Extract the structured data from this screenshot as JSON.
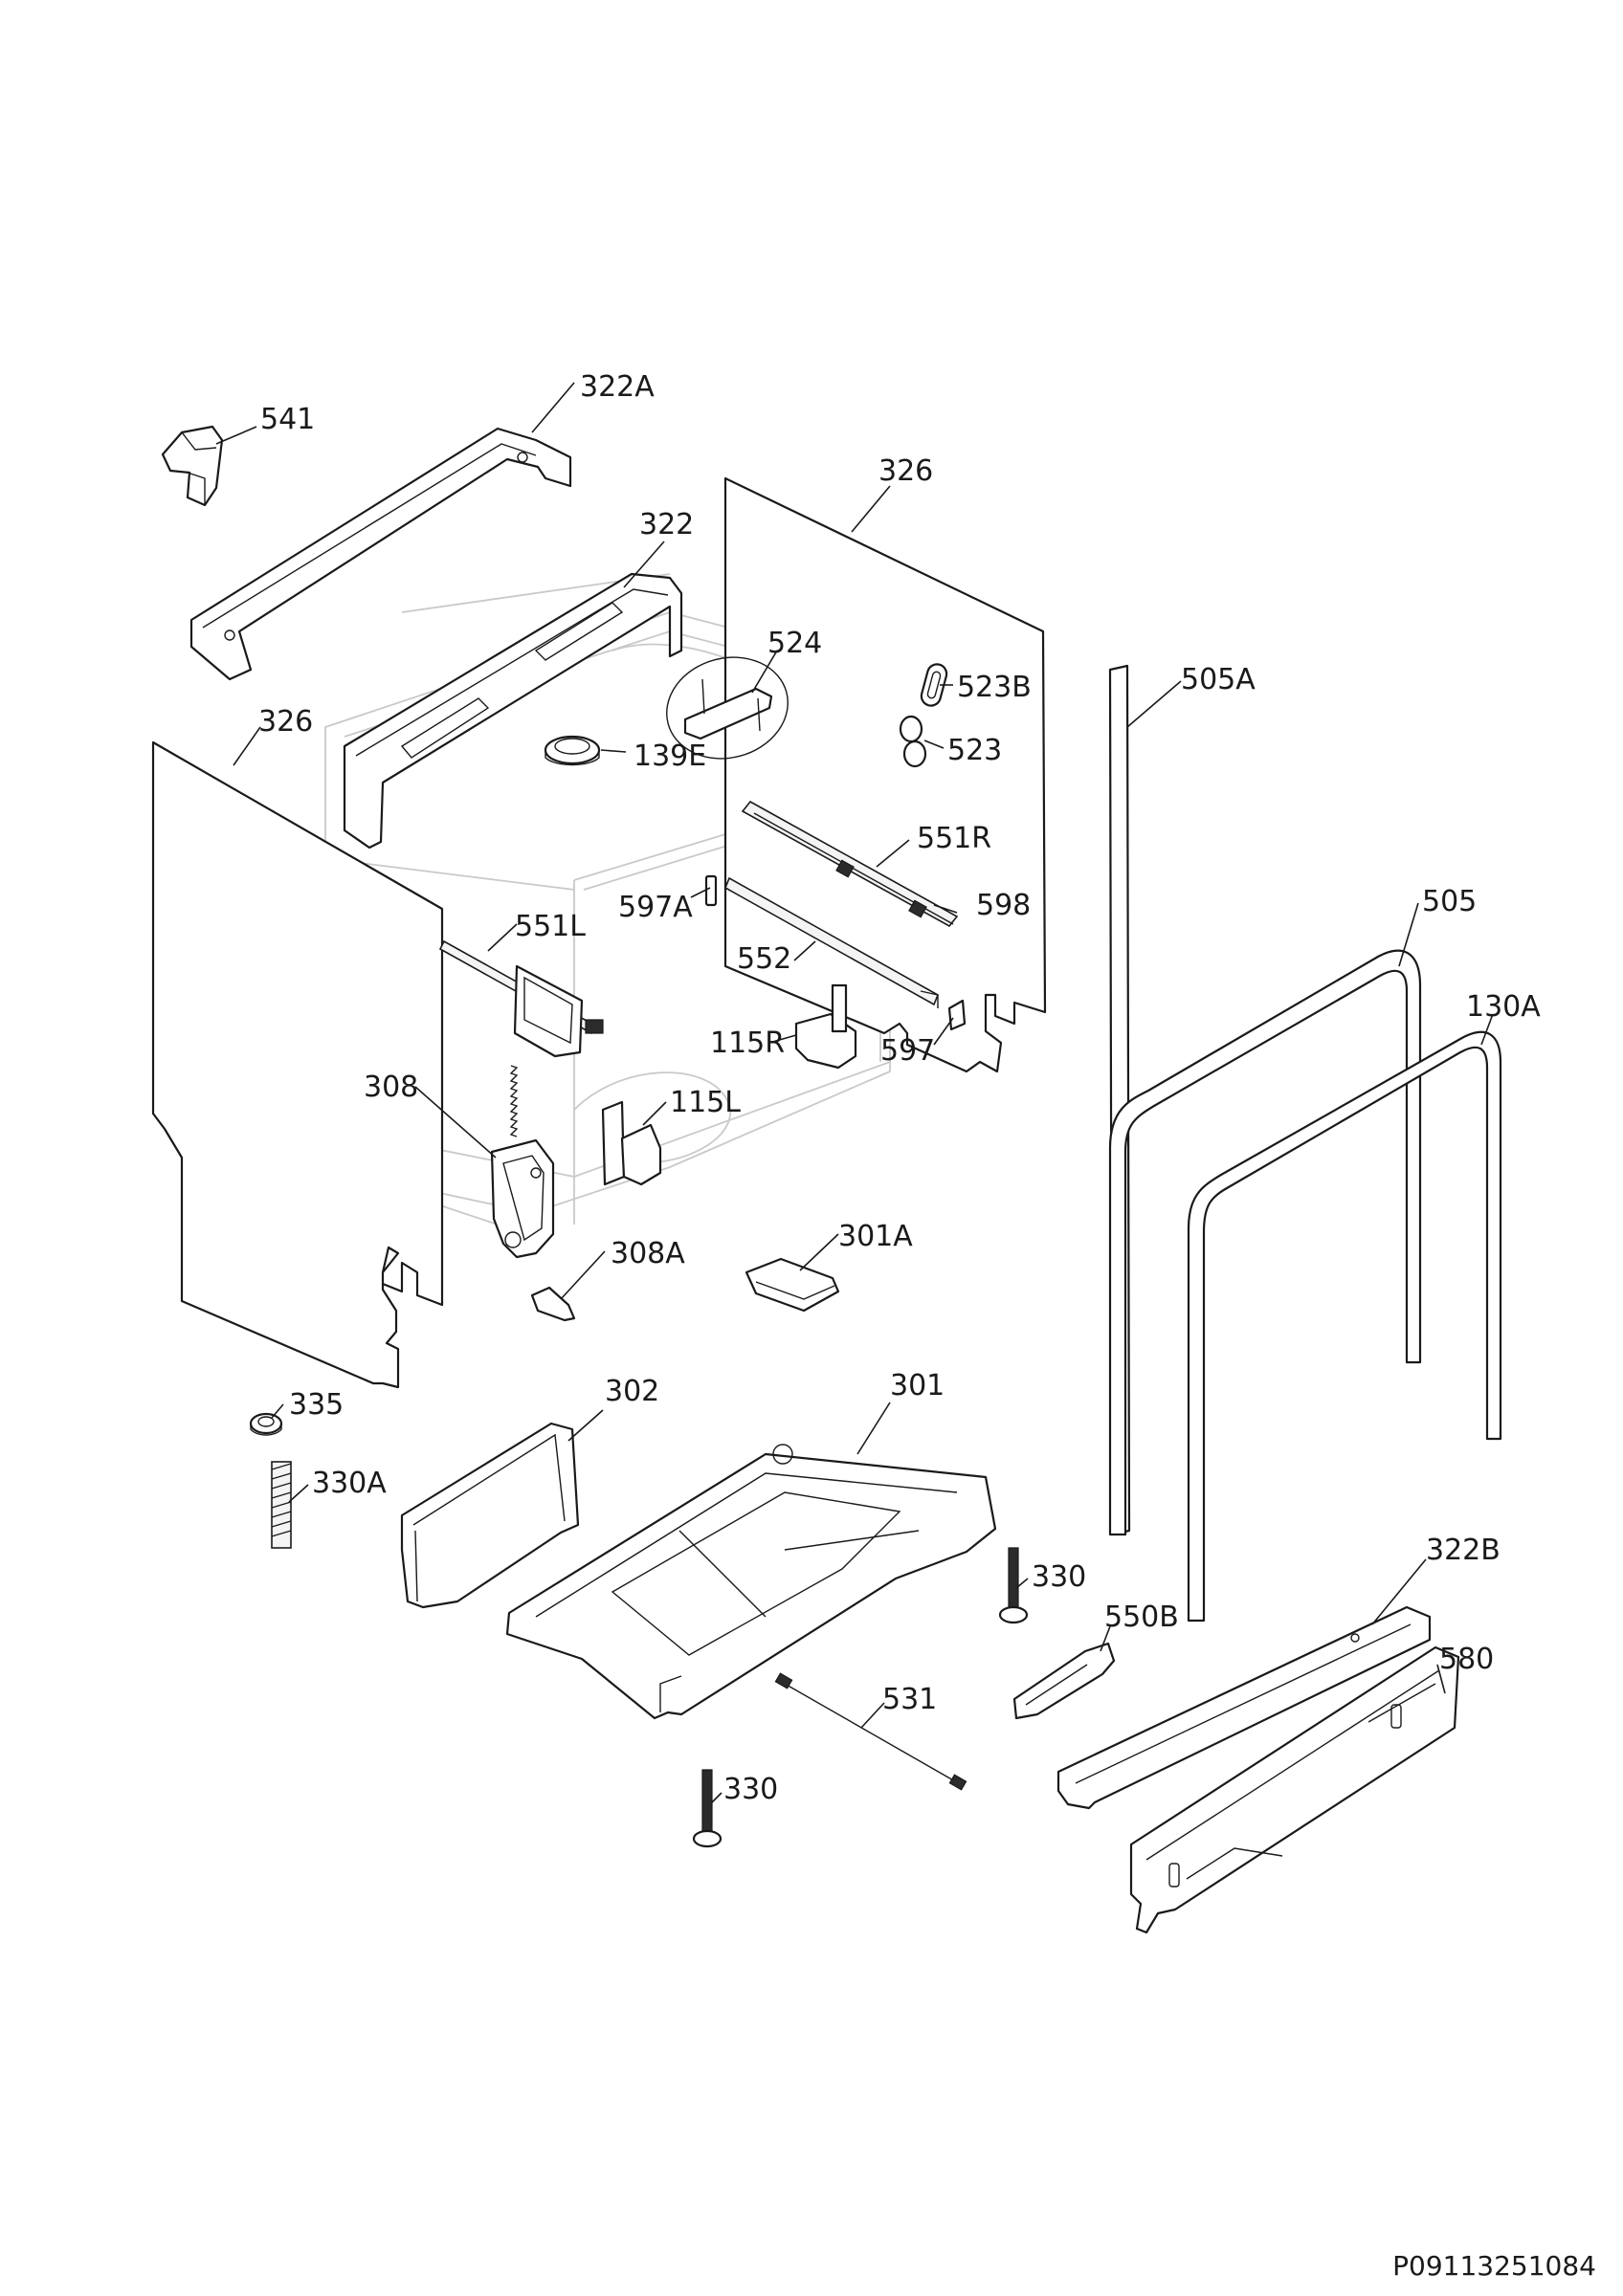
{
  "diagram": {
    "drawing_id": "P09113251084",
    "callouts": [
      {
        "id": "c-541",
        "label": "541"
      },
      {
        "id": "c-322A",
        "label": "322A"
      },
      {
        "id": "c-326a",
        "label": "326"
      },
      {
        "id": "c-322",
        "label": "322"
      },
      {
        "id": "c-524",
        "label": "524"
      },
      {
        "id": "c-523B",
        "label": "523B"
      },
      {
        "id": "c-505A",
        "label": "505A"
      },
      {
        "id": "c-326b",
        "label": "326"
      },
      {
        "id": "c-139E",
        "label": "139E"
      },
      {
        "id": "c-523",
        "label": "523"
      },
      {
        "id": "c-551R",
        "label": "551R"
      },
      {
        "id": "c-597A",
        "label": "597A"
      },
      {
        "id": "c-598",
        "label": "598"
      },
      {
        "id": "c-505",
        "label": "505"
      },
      {
        "id": "c-551L",
        "label": "551L"
      },
      {
        "id": "c-552",
        "label": "552"
      },
      {
        "id": "c-130A",
        "label": "130A"
      },
      {
        "id": "c-115R",
        "label": "115R"
      },
      {
        "id": "c-597",
        "label": "597"
      },
      {
        "id": "c-308",
        "label": "308"
      },
      {
        "id": "c-115L",
        "label": "115L"
      },
      {
        "id": "c-301A",
        "label": "301A"
      },
      {
        "id": "c-308A",
        "label": "308A"
      },
      {
        "id": "c-335",
        "label": "335"
      },
      {
        "id": "c-302",
        "label": "302"
      },
      {
        "id": "c-301",
        "label": "301"
      },
      {
        "id": "c-330A",
        "label": "330A"
      },
      {
        "id": "c-322B",
        "label": "322B"
      },
      {
        "id": "c-330a",
        "label": "330"
      },
      {
        "id": "c-550B",
        "label": "550B"
      },
      {
        "id": "c-580",
        "label": "580"
      },
      {
        "id": "c-531",
        "label": "531"
      },
      {
        "id": "c-330b",
        "label": "330"
      }
    ]
  }
}
